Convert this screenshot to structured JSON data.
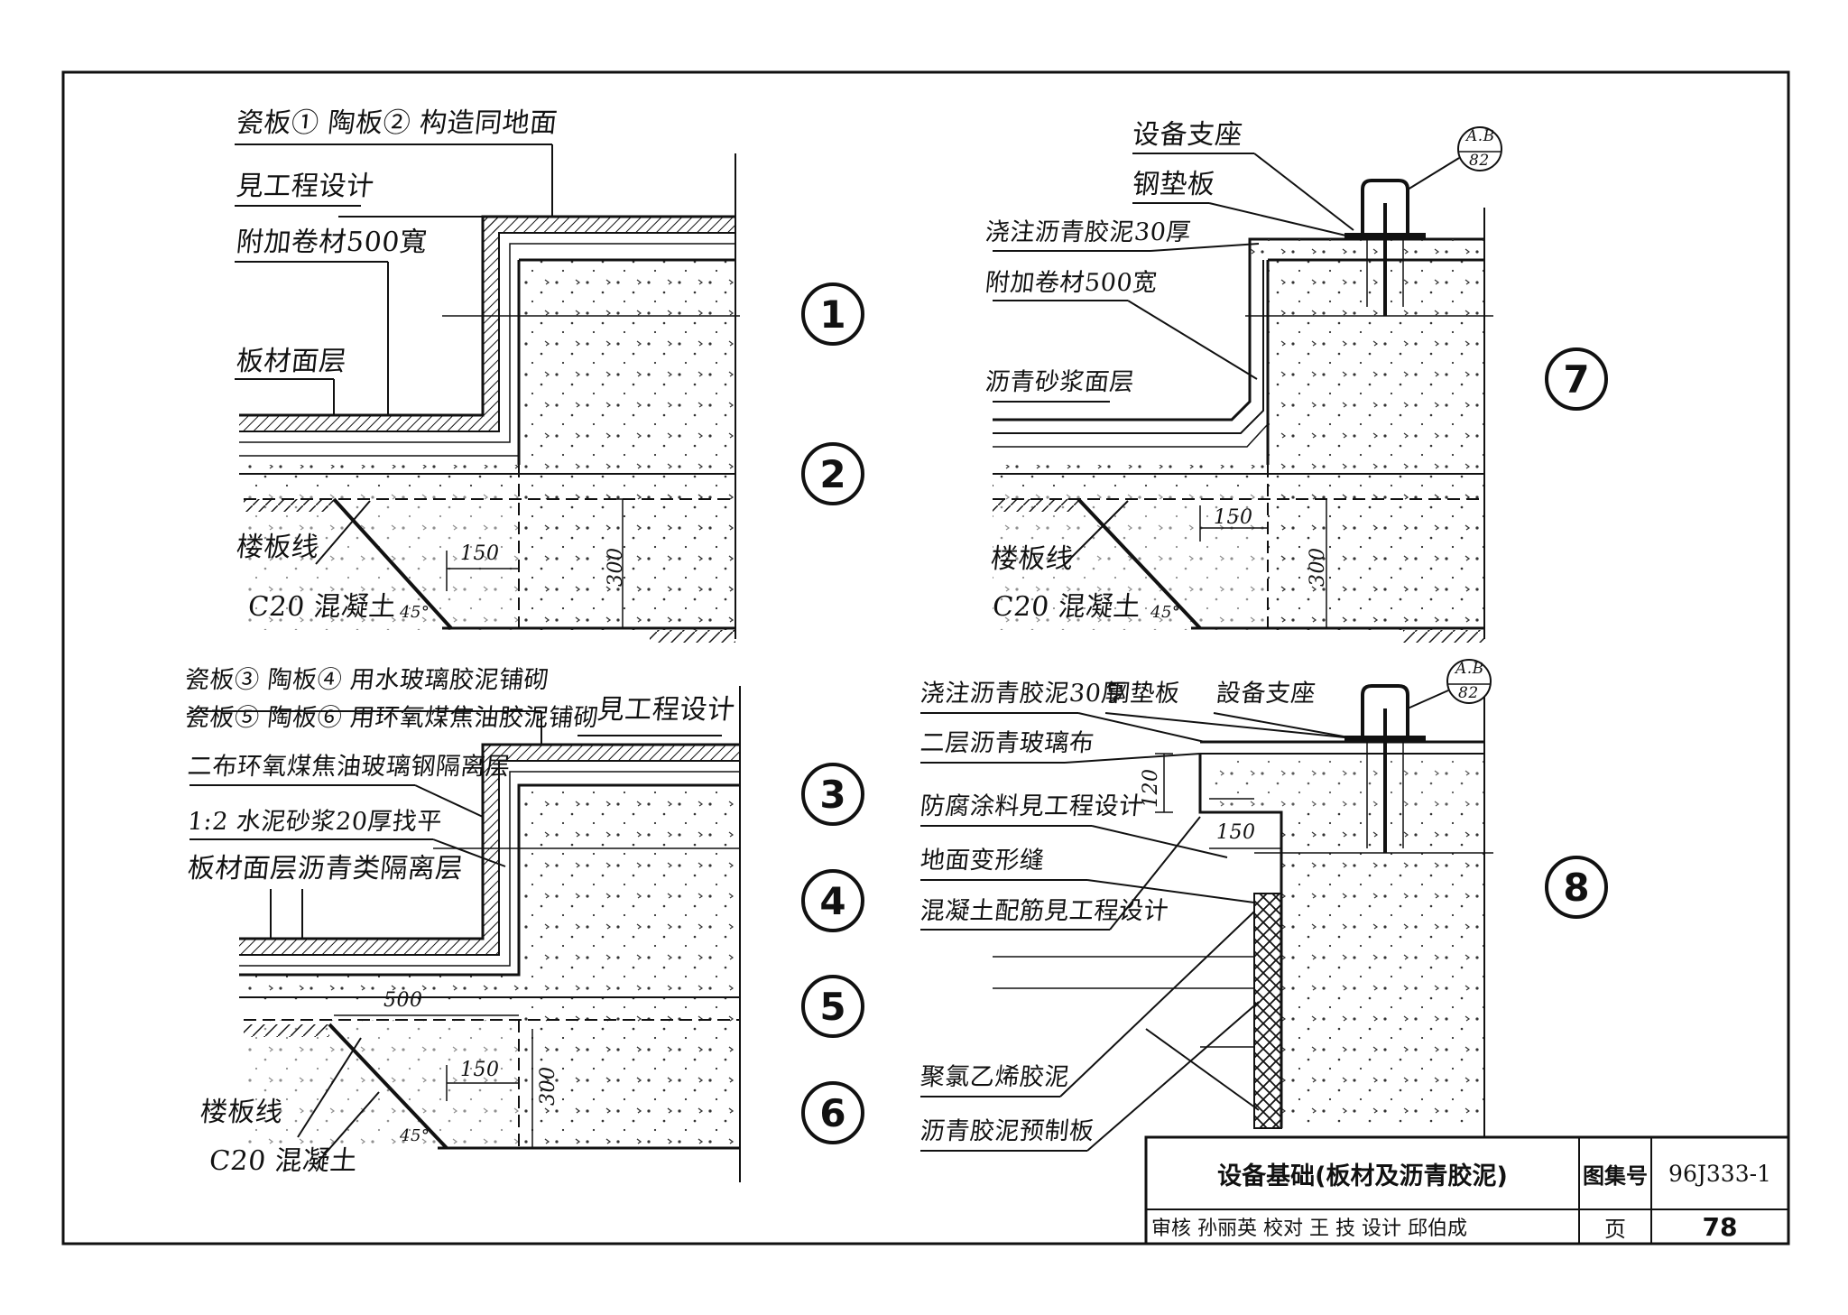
{
  "detail_markers": [
    "1",
    "2",
    "3",
    "4",
    "5",
    "6",
    "7",
    "8"
  ],
  "ref_callout": {
    "top": "A.B",
    "bottom": "82"
  },
  "top_left": {
    "label_tiles": "瓷板① 陶板② 构造同地面",
    "label_design": "見工程设计",
    "label_extra_membrane": "附加卷材500寬",
    "label_panel_surface": "板材面层",
    "label_slab_line": "楼板线",
    "label_concrete": "C20 混凝土",
    "dim_150": "150",
    "dim_300": "300",
    "dim_45": "45°"
  },
  "top_right": {
    "label_equipment_support": "设备支座",
    "label_steel_pad": "钢垫板",
    "label_poured_asphalt": "浇注沥青胶泥30厚",
    "label_extra_membrane": "附加卷材500宽",
    "label_asphalt_mortar": "沥青砂浆面层",
    "label_slab_line": "楼板线",
    "label_concrete": "C20 混凝土",
    "dim_150": "150",
    "dim_300": "300",
    "dim_45": "45°"
  },
  "bottom_left": {
    "label_tiles_3_4": "瓷板③ 陶板④ 用水玻璃胶泥铺砌",
    "label_tiles_5_6": "瓷板⑤ 陶板⑥ 用环氧煤焦油胶泥铺砌",
    "label_design": "見工程设计",
    "label_epoxy_layer": "二布环氧煤焦油玻璃钢隔离层",
    "label_cement_mortar": "1:2 水泥砂浆20厚找平",
    "label_panel_surface": "板材面层",
    "label_asphalt_isolation": "沥青类隔离层",
    "label_slab_line": "楼板线",
    "label_concrete": "C20 混凝土",
    "dim_500": "500",
    "dim_150": "150",
    "dim_300": "300",
    "dim_45": "45°"
  },
  "bottom_right": {
    "label_poured_asphalt": "浇注沥青胶泥30厚",
    "label_steel_pad": "钢垫板",
    "label_equipment_support": "設备支座",
    "label_glass_cloth": "二层沥青玻璃布",
    "label_anticorrosion": "防腐涂料見工程设计",
    "label_floor_joint": "地面变形缝",
    "label_rebar": "混凝土配筋見工程设计",
    "label_pvc": "聚氯乙烯胶泥",
    "label_precast": "沥青胶泥预制板",
    "dim_120": "120",
    "dim_150": "150"
  },
  "title_block": {
    "title": "设备基础(板材及沥青胶泥)",
    "atlas_label": "图集号",
    "atlas_number": "96J333-1",
    "sign_row": "审核 孙丽英 校对 王 技 设计 邱伯成",
    "page_label": "页",
    "page_number": "78"
  }
}
